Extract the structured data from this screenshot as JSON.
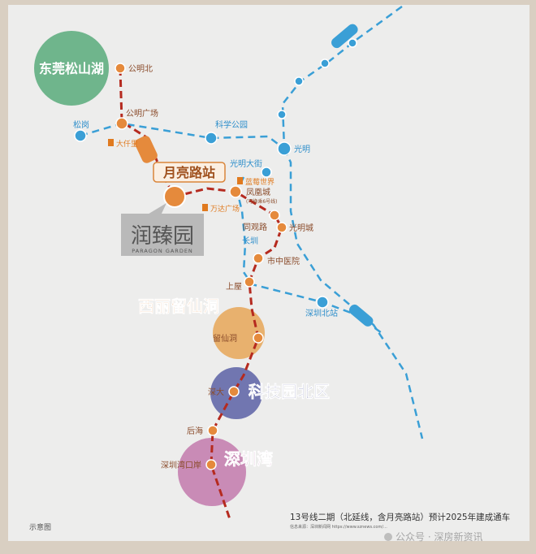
{
  "colors": {
    "line13": "#b52a1f",
    "metro_blue": "#3a9fd6",
    "station_orange": "#e58a3c",
    "district_green": "#6fb58c",
    "district_orange": "#e8b16e",
    "district_purple": "#7176b0",
    "district_pink": "#c98bb6",
    "panel": "#ededec"
  },
  "districts": {
    "songshanhu": "东莞松山湖",
    "xili": "西丽留仙洞",
    "kejiyuan": "科技园北区",
    "shenzhenwan": "深圳湾"
  },
  "highlight": {
    "station": "月亮路站",
    "project_cn": "润臻园",
    "project_en": "PARAGON GARDEN"
  },
  "stations_line13": {
    "gongmingbei": "公明北",
    "gongmingguangchang": "公明广场",
    "fenghuangcheng": "凤凰城",
    "fenghuangcheng_note": "(可换乘6号线)",
    "tongguanlu": "同观路",
    "guangmingcheng": "光明城",
    "shizhongyiyuan": "市中医院",
    "shangwu": "上屋",
    "liuxiandong": "留仙洞",
    "shenda": "深大",
    "houhai": "后海",
    "shenzhenwankouan": "深圳湾口岸"
  },
  "stations_other": {
    "songgang": "松岗",
    "kexuegongyuan": "科学公园",
    "guangming": "光明",
    "guangmingdajie": "光明大街",
    "changquan": "长圳",
    "shenzhenbeizhan": "深圳北站"
  },
  "landmarks": {
    "daqianli": "大仟里",
    "lanmeishijie": "蓝莓世界",
    "wandaguangchang": "万达广场"
  },
  "footer": {
    "diagram_note": "示意图",
    "caption": "13号线二期（北延线，含月亮路站）预计2025年建成通车",
    "source": "信息来源：深圳新闻网 https://www.sznews.com/...",
    "watermark": "公众号 · 深房新资讯"
  }
}
